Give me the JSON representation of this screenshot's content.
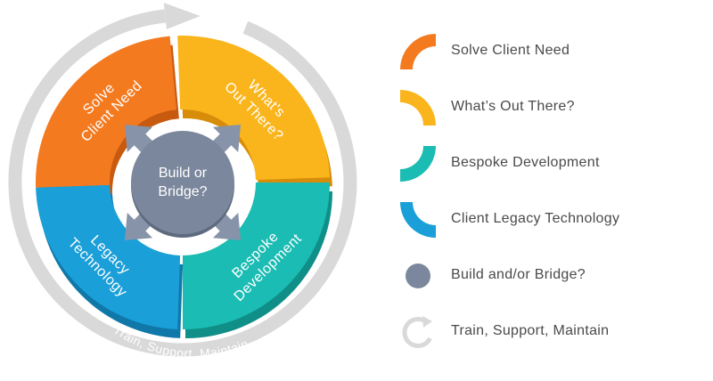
{
  "diagram": {
    "segments": [
      {
        "id": "solve",
        "lines": [
          "Solve",
          "Client Need"
        ],
        "color": "#f47a20",
        "shade": "#c85a10"
      },
      {
        "id": "whats-out-there",
        "lines": [
          "What's",
          "Out There?"
        ],
        "color": "#fbb51c",
        "shade": "#d88d0a"
      },
      {
        "id": "bespoke",
        "lines": [
          "Bespoke",
          "Development"
        ],
        "color": "#1bbcb3",
        "shade": "#0f8f88"
      },
      {
        "id": "legacy",
        "lines": [
          "Legacy",
          "Technology"
        ],
        "color": "#1b9fd8",
        "shade": "#0f78a8"
      }
    ],
    "center": {
      "lines": [
        "Build or",
        "Bridge?"
      ],
      "color": "#7b879c",
      "arrow_color": "#8793a8"
    },
    "outer_ring": {
      "label": "Train, Support, Maintain",
      "color": "#d9d9d9"
    }
  },
  "legend": [
    {
      "icon": "orange-arc-icon",
      "color": "#f47a20",
      "label": "Solve Client Need"
    },
    {
      "icon": "yellow-arc-icon",
      "color": "#fbb51c",
      "label": "What’s Out There?"
    },
    {
      "icon": "teal-arc-icon",
      "color": "#1bbcb3",
      "label": "Bespoke Development"
    },
    {
      "icon": "blue-arc-icon",
      "color": "#1b9fd8",
      "label": "Client Legacy Technology"
    },
    {
      "icon": "gray-circle-icon",
      "color": "#7b879c",
      "label": "Build and/or Bridge?"
    },
    {
      "icon": "cycle-arrow-icon",
      "color": "#d9d9d9",
      "label": "Train, Support, Maintain"
    }
  ]
}
